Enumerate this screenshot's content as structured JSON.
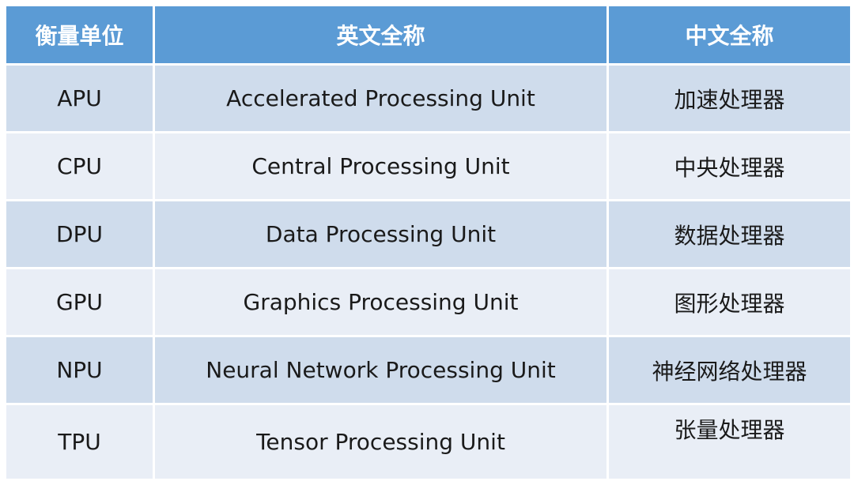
{
  "headers": {
    "unit": "衡量单位",
    "english": "英文全称",
    "chinese": "中文全称"
  },
  "rows": [
    {
      "unit": "APU",
      "english": "Accelerated Processing Unit",
      "chinese": "加速处理器"
    },
    {
      "unit": "CPU",
      "english": "Central Processing Unit",
      "chinese": "中央处理器"
    },
    {
      "unit": "DPU",
      "english": "Data Processing Unit",
      "chinese": "数据处理器"
    },
    {
      "unit": "GPU",
      "english": "Graphics Processing Unit",
      "chinese": "图形处理器"
    },
    {
      "unit": "NPU",
      "english": "Neural Network Processing Unit",
      "chinese": "神经网络处理器"
    },
    {
      "unit": "TPU",
      "english": "Tensor Processing Unit",
      "chinese": "张量处理器"
    }
  ],
  "colors": {
    "header_bg": "#5b9bd5",
    "header_text": "#ffffff",
    "row_odd_bg": "#cfdcec",
    "row_even_bg": "#e9eef6",
    "border": "#ffffff"
  }
}
